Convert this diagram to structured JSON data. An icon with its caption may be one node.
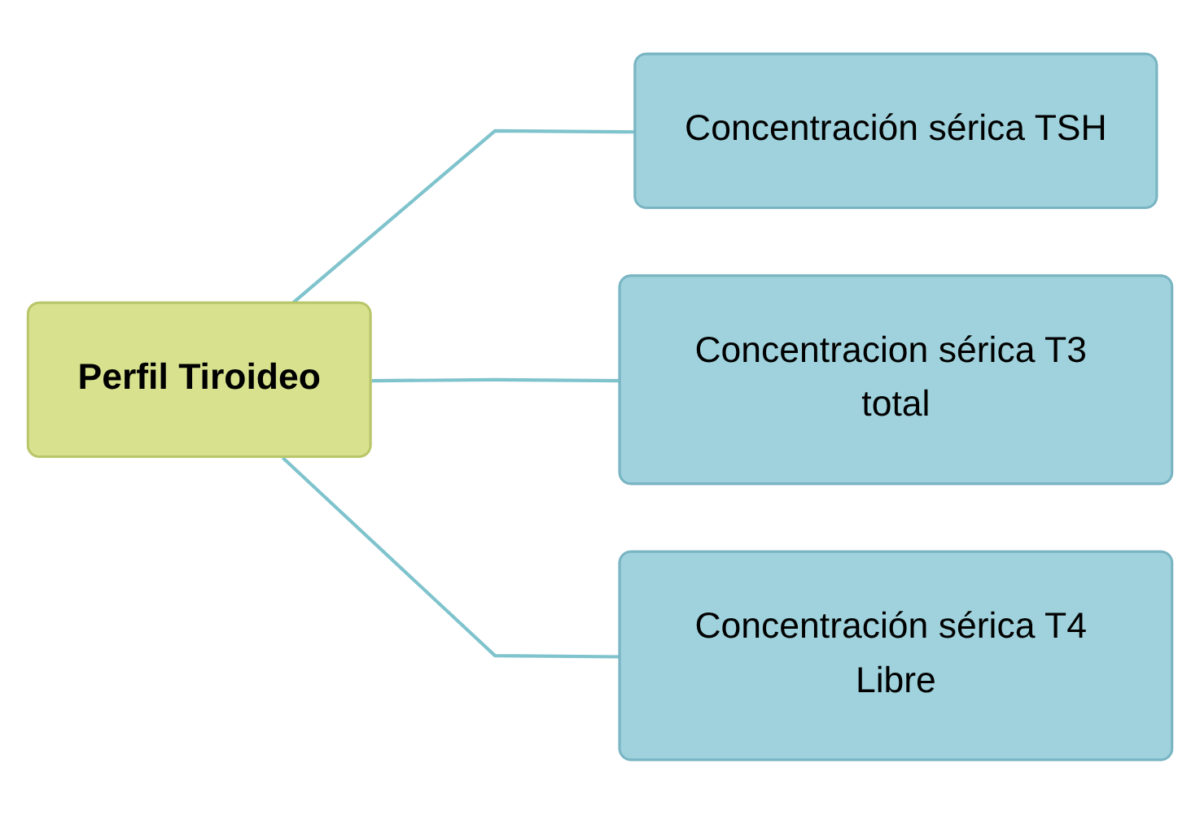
{
  "diagram": {
    "nodes": [
      {
        "text": [
          "Perfil Tiroideo"
        ]
      },
      {
        "text": [
          "Concentración sérica TSH"
        ]
      },
      {
        "text": [
          "Concentracion sérica T3 total"
        ]
      },
      {
        "text": [
          "Concentración sérica T4 Libre"
        ]
      }
    ],
    "edges": [
      {
        "from": 0,
        "to": 1,
        "arrow": "none"
      },
      {
        "from": 0,
        "to": 2,
        "arrow": "none"
      },
      {
        "from": 0,
        "to": 3,
        "arrow": "none"
      }
    ]
  }
}
